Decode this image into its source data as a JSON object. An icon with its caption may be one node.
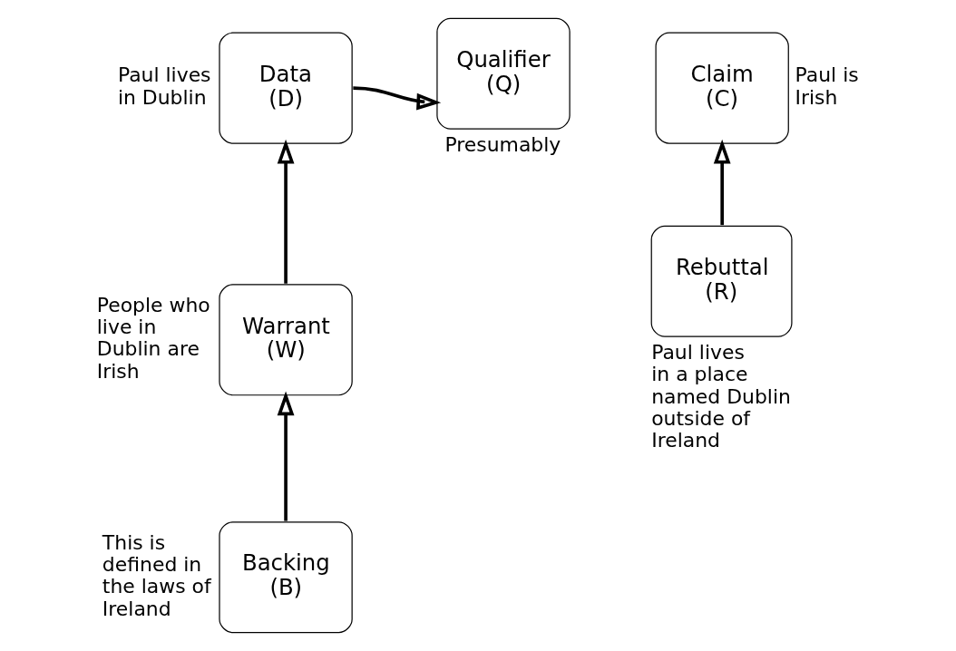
{
  "diagram": {
    "nodes": [
      {
        "text": [
          "Data (D)"
        ],
        "beside": [
          "Paul lives in Dublin"
        ]
      },
      {
        "text": [
          "Qualifier (Q)"
        ],
        "beside": [
          "Presumably"
        ]
      },
      {
        "text": [
          "Claim (C)"
        ],
        "beside": [
          "Paul is Irish"
        ]
      },
      {
        "text": [
          "Warrant (W)"
        ],
        "beside": [
          "People who live in Dublin are Irish"
        ]
      },
      {
        "text": [
          "Rebuttal (R)"
        ],
        "beside": [
          "Paul lives in a place named Dublin outside of Ireland"
        ]
      },
      {
        "text": [
          "Backing (B)"
        ],
        "beside": [
          "This is defined in the laws of Ireland"
        ]
      }
    ],
    "edges": [
      {
        "from": 0,
        "to": 1,
        "arrow": "to"
      },
      {
        "from": 3,
        "to": 0,
        "arrow": "to"
      },
      {
        "from": 5,
        "to": 3,
        "arrow": "to"
      },
      {
        "from": 4,
        "to": 2,
        "arrow": "to"
      }
    ]
  }
}
